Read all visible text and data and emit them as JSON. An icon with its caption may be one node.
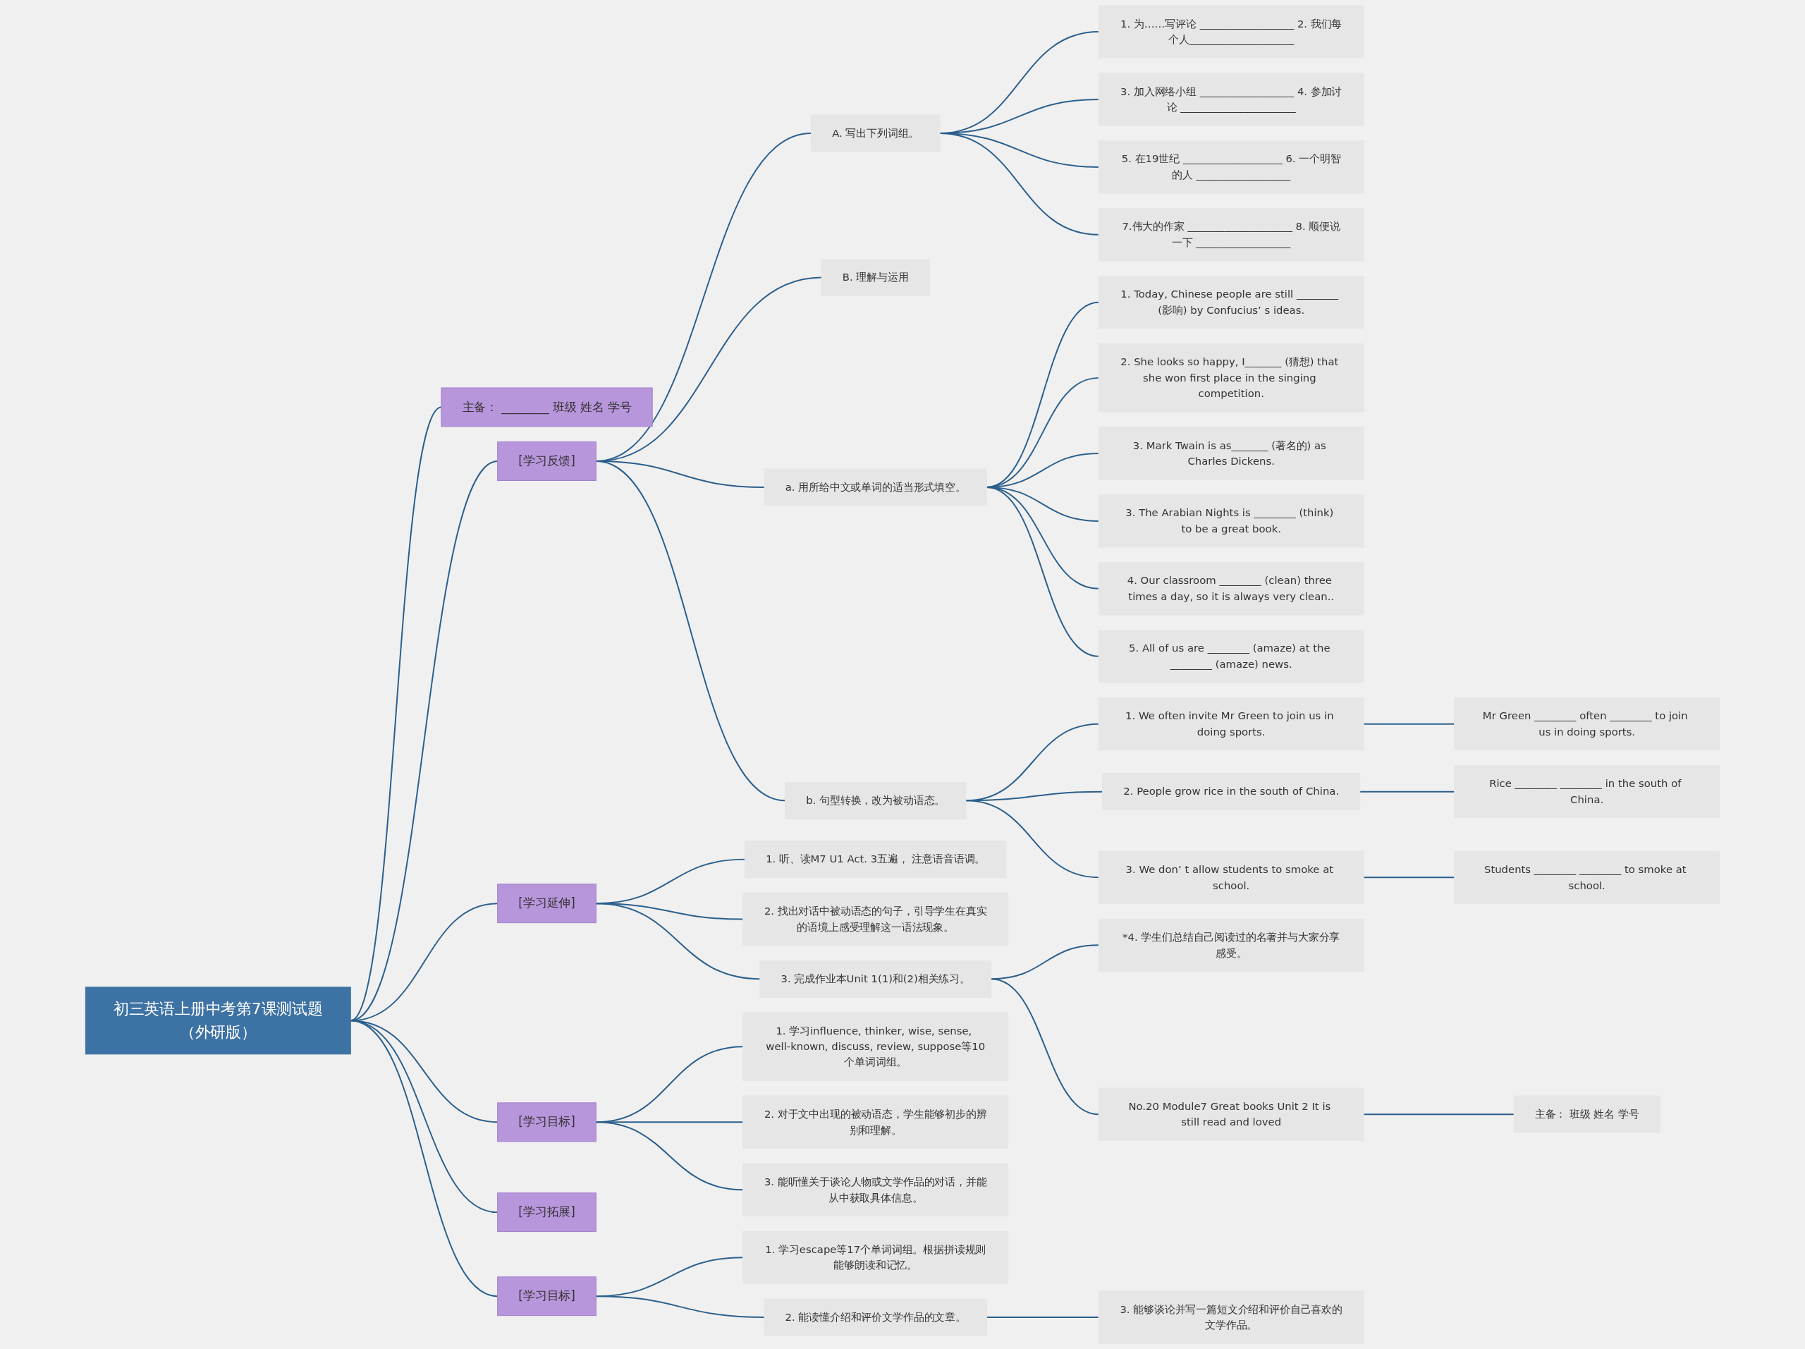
{
  "diagram": {
    "nodes": [
      {
        "text": [
          "初三英语上册中考第7课测试题（外研版）"
        ]
      },
      {
        "text": [
          "主备： ________ 班级 姓名 学号"
        ]
      },
      {
        "text": [
          "[学习反馈]"
        ]
      },
      {
        "text": [
          "A. 写出下列词组。"
        ]
      },
      {
        "text": [
          "1. 为……写评论 __________________ 2. 我们每个人____________________"
        ]
      },
      {
        "text": [
          "3. 加入网络小组 __________________ 4. 参加讨论 ______________________"
        ]
      },
      {
        "text": [
          "5. 在19世纪 ___________________ 6. 一个明智的人 __________________"
        ]
      },
      {
        "text": [
          "7.伟大的作家 ____________________ 8. 顺便说一下 __________________"
        ]
      },
      {
        "text": [
          "B. 理解与运用"
        ]
      },
      {
        "text": [
          "a. 用所给中文或单词的适当形式填空。"
        ]
      },
      {
        "text": [
          "1. Today, Chinese people are still ________ (影响) by Confucius’ s ideas."
        ]
      },
      {
        "text": [
          "2. She looks so happy, I_______ (猜想) that she won first place in the singing competition."
        ]
      },
      {
        "text": [
          "3. Mark Twain is as_______ (著名的) as Charles Dickens."
        ]
      },
      {
        "text": [
          "3. The Arabian Nights is ________ (think) to be a great book."
        ]
      },
      {
        "text": [
          "4. Our classroom ________ (clean) three times a day, so it is always very clean.."
        ]
      },
      {
        "text": [
          "5. All of us are ________ (amaze) at the ________ (amaze) news."
        ]
      },
      {
        "text": [
          "b. 句型转换，改为被动语态。"
        ]
      },
      {
        "text": [
          "1. We often invite Mr Green to join us in doing sports."
        ]
      },
      {
        "text": [
          "Mr Green ________ often ________ to join us in doing sports."
        ]
      },
      {
        "text": [
          "2. People grow rice in the south of China."
        ]
      },
      {
        "text": [
          "Rice ________ ________ in the south of China."
        ]
      },
      {
        "text": [
          "3. We don’ t allow students to smoke at school."
        ]
      },
      {
        "text": [
          "Students ________ ________ to smoke at school."
        ]
      },
      {
        "text": [
          "[学习延伸]"
        ]
      },
      {
        "text": [
          "1. 听、读M7 U1 Act. 3五遍， 注意语音语调。"
        ]
      },
      {
        "text": [
          "2. 找出对话中被动语态的句子，引导学生在真实的语境上感受理解这一语法现象。"
        ]
      },
      {
        "text": [
          "3. 完成作业本Unit 1(1)和(2)相关练习。"
        ]
      },
      {
        "text": [
          "*4. 学生们总结自己阅读过的名著并与大家分享感受。"
        ]
      },
      {
        "text": [
          "No.20 Module7 Great books Unit 2 It is still read and loved"
        ]
      },
      {
        "text": [
          "主备： 班级 姓名 学号"
        ]
      },
      {
        "text": [
          "[学习目标]"
        ]
      },
      {
        "text": [
          "1. 学习influence, thinker, wise, sense, well-known, discuss, review, suppose等10个单词词组。"
        ]
      },
      {
        "text": [
          "2. 对于文中出现的被动语态，学生能够初步的辨别和理解。"
        ]
      },
      {
        "text": [
          "3. 能听懂关于谈论人物或文学作品的对话，并能从中获取具体信息。"
        ]
      },
      {
        "text": [
          "[学习拓展]"
        ]
      },
      {
        "text": [
          "[学习目标]"
        ]
      },
      {
        "text": [
          "1. 学习escape等17个单词词组。根据拼读规则能够朗读和记忆。"
        ]
      },
      {
        "text": [
          "2. 能读懂介绍和评价文学作品的文章。"
        ]
      },
      {
        "text": [
          "3. 能够谈论并写一篇短文介绍和评价自己喜欢的文学作品。"
        ]
      }
    ],
    "edges": [
      {
        "from": 0,
        "to": 1,
        "arrow": "none"
      },
      {
        "from": 0,
        "to": 2,
        "arrow": "none"
      },
      {
        "from": 2,
        "to": 3,
        "arrow": "none"
      },
      {
        "from": 3,
        "to": 4,
        "arrow": "none"
      },
      {
        "from": 3,
        "to": 5,
        "arrow": "none"
      },
      {
        "from": 3,
        "to": 6,
        "arrow": "none"
      },
      {
        "from": 3,
        "to": 7,
        "arrow": "none"
      },
      {
        "from": 2,
        "to": 8,
        "arrow": "none"
      },
      {
        "from": 2,
        "to": 9,
        "arrow": "none"
      },
      {
        "from": 9,
        "to": 10,
        "arrow": "none"
      },
      {
        "from": 9,
        "to": 11,
        "arrow": "none"
      },
      {
        "from": 9,
        "to": 12,
        "arrow": "none"
      },
      {
        "from": 9,
        "to": 13,
        "arrow": "none"
      },
      {
        "from": 9,
        "to": 14,
        "arrow": "none"
      },
      {
        "from": 9,
        "to": 15,
        "arrow": "none"
      },
      {
        "from": 2,
        "to": 16,
        "arrow": "none"
      },
      {
        "from": 16,
        "to": 17,
        "arrow": "none"
      },
      {
        "from": 17,
        "to": 18,
        "arrow": "none"
      },
      {
        "from": 16,
        "to": 19,
        "arrow": "none"
      },
      {
        "from": 19,
        "to": 20,
        "arrow": "none"
      },
      {
        "from": 16,
        "to": 21,
        "arrow": "none"
      },
      {
        "from": 21,
        "to": 22,
        "arrow": "none"
      },
      {
        "from": 0,
        "to": 23,
        "arrow": "none"
      },
      {
        "from": 23,
        "to": 24,
        "arrow": "none"
      },
      {
        "from": 23,
        "to": 25,
        "arrow": "none"
      },
      {
        "from": 23,
        "to": 26,
        "arrow": "none"
      },
      {
        "from": 26,
        "to": 27,
        "arrow": "none"
      },
      {
        "from": 26,
        "to": 28,
        "arrow": "none"
      },
      {
        "from": 28,
        "to": 29,
        "arrow": "none"
      },
      {
        "from": 0,
        "to": 30,
        "arrow": "none"
      },
      {
        "from": 30,
        "to": 31,
        "arrow": "none"
      },
      {
        "from": 30,
        "to": 32,
        "arrow": "none"
      },
      {
        "from": 30,
        "to": 33,
        "arrow": "none"
      },
      {
        "from": 0,
        "to": 34,
        "arrow": "none"
      },
      {
        "from": 0,
        "to": 35,
        "arrow": "none"
      },
      {
        "from": 35,
        "to": 36,
        "arrow": "none"
      },
      {
        "from": 35,
        "to": 37,
        "arrow": "none"
      },
      {
        "from": 37,
        "to": 38,
        "arrow": "none"
      }
    ]
  }
}
